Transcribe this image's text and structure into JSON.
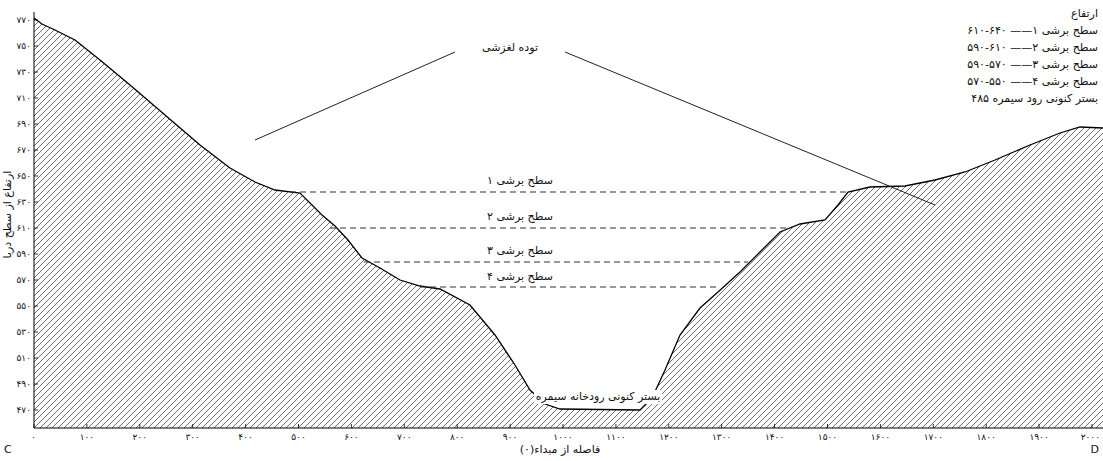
{
  "diagram": {
    "labels": [
      "توده لغزشی",
      "ارتفاع",
      "سطح برشی ۱—— ۶۴۰-۶۱۰",
      "سطح برشی ۲—— ۶۱۰-۵۹۰",
      "سطح برشی ۳—— ۵۷۰-۵۹۰",
      "سطح برشی ۴—— ۵۵۰-۵۷۰",
      "بستر کنونی رود سیمره ۴۸۵",
      "سطح برشی ۱",
      "سطح برشی ۲",
      "سطح برشی ۳",
      "سطح برشی ۴",
      "بستر کنونی رودخانه سیمره",
      "ارتفاع از سطح دریا",
      "فاصله از مبداء(۰)",
      "C",
      "D",
      "۷۷۰",
      "۷۵۰",
      "۷۳۰",
      "۷۱۰",
      "۶۹۰",
      "۶۷۰",
      "۶۵۰",
      "۶۳۰",
      "۶۱۰",
      "۵۹۰",
      "۵۷۰",
      "۵۵۰",
      "۵۳۰",
      "۵۱۰",
      "۴۹۰",
      "۴۷۰",
      "۰",
      "۱۰۰",
      "۲۰۰",
      "۳۰۰",
      "۴۰۰",
      "۵۰۰",
      "۶۰۰",
      "۷۰۰",
      "۸۰۰",
      "۹۰۰",
      "۱۰۰۰",
      "۱۱۰۰",
      "۱۲۰۰",
      "۱۳۰۰",
      "۱۴۰۰",
      "۱۵۰۰",
      "۱۶۰۰",
      "۱۷۰۰",
      "۱۸۰۰",
      "۱۹۰۰",
      "۲۰۰۰"
    ]
  }
}
